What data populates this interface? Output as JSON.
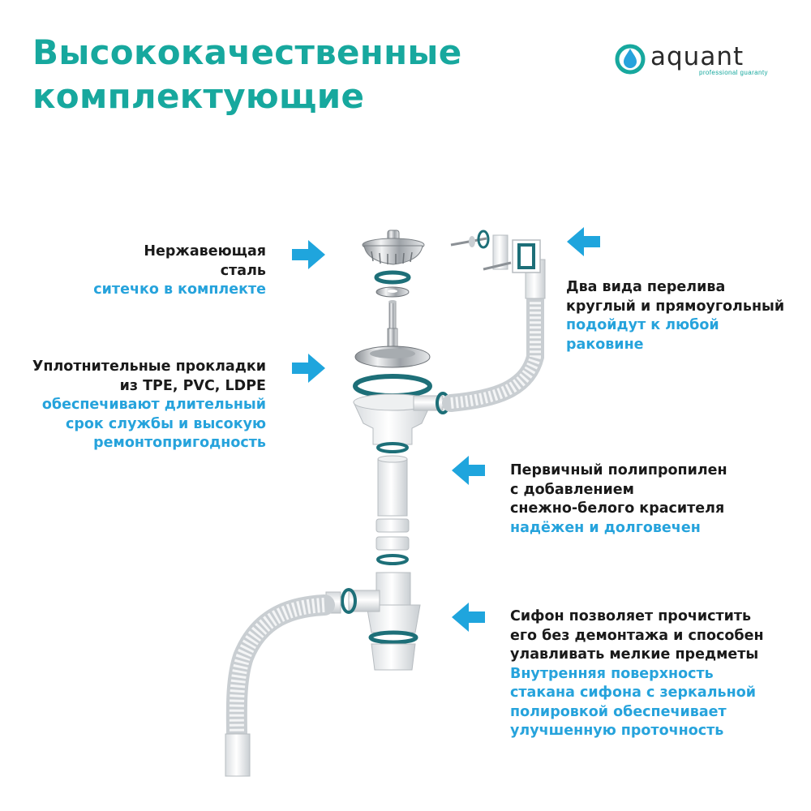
{
  "title": {
    "line1": "Высококачественные",
    "line2": "комплектующие"
  },
  "logo": {
    "word": "aquant",
    "tagline": "professional guaranty"
  },
  "callouts": {
    "strainer": {
      "lines": [
        "Нержавеющая",
        "сталь"
      ],
      "highlight": [
        "ситечко в комплекте"
      ]
    },
    "gaskets": {
      "lines": [
        "Уплотнительные прокладки",
        "из TPE, PVC, LDPE"
      ],
      "highlight": [
        "обеспечивают длительный",
        "срок службы и высокую",
        "ремонтопригодность"
      ]
    },
    "overflow": {
      "lines": [
        "Два вида перелива",
        "круглый и прямоугольный"
      ],
      "highlight": [
        "подойдут к любой",
        "раковине"
      ]
    },
    "polypropylene": {
      "lines": [
        "Первичный полипропилен",
        "с добавлением",
        "снежно-белого красителя"
      ],
      "highlight": [
        "надёжен и долговечен"
      ]
    },
    "siphon": {
      "lines": [
        "Сифон позволяет прочистить",
        "его без демонтажа и способен",
        "улавливать мелкие предметы"
      ],
      "highlight": [
        "Внутренняя поверхность",
        "стакана сифона с зеркальной",
        "полировкой обеспечивает",
        "улучшенную проточность"
      ]
    }
  },
  "colors": {
    "title": "#17a89e",
    "highlight": "#26a3dc",
    "arrow": "#1fa5dd",
    "text": "#1a1a1a",
    "gasket": "#1d6f78"
  },
  "icons": [
    "arrow-right-icon",
    "arrow-left-icon",
    "aquant-drop-logo-icon"
  ]
}
